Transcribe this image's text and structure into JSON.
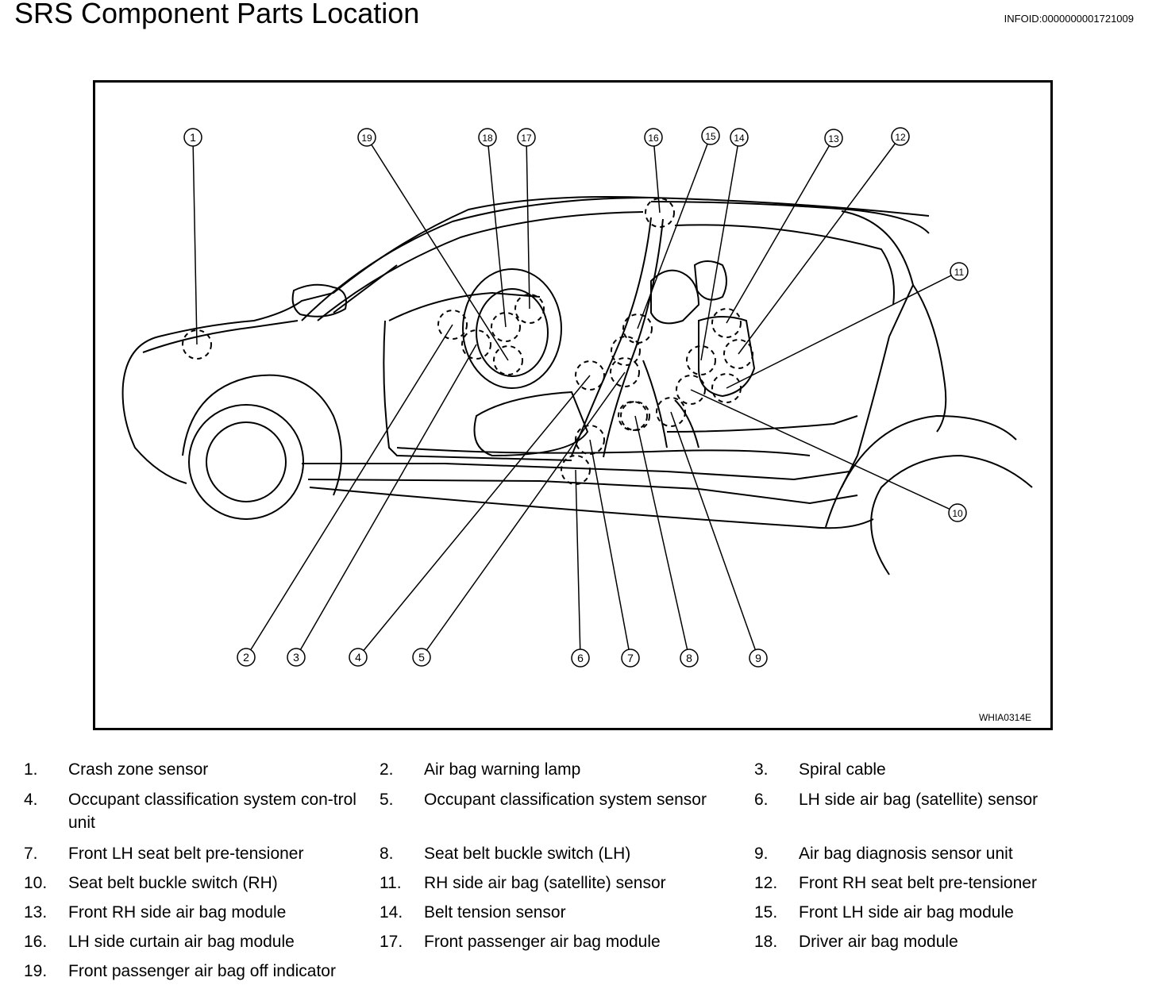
{
  "header": {
    "title": "SRS Component Parts Location",
    "info_id": "INFOID:0000000001721009"
  },
  "figure": {
    "code": "WHIA0314E"
  },
  "legend": {
    "items": [
      {
        "num": "1.",
        "text": "Crash zone sensor"
      },
      {
        "num": "2.",
        "text": "Air bag warning lamp"
      },
      {
        "num": "3.",
        "text": "Spiral cable"
      },
      {
        "num": "4.",
        "text": "Occupant classification system con-trol unit"
      },
      {
        "num": "5.",
        "text": "Occupant classification system sensor"
      },
      {
        "num": "6.",
        "text": "LH side air bag (satellite) sensor"
      },
      {
        "num": "7.",
        "text": "Front LH seat belt pre-tensioner"
      },
      {
        "num": "8.",
        "text": "Seat belt buckle switch (LH)"
      },
      {
        "num": "9.",
        "text": "Air bag diagnosis sensor unit"
      },
      {
        "num": "10.",
        "text": "Seat belt buckle switch (RH)"
      },
      {
        "num": "11.",
        "text": "RH side air bag (satellite) sensor"
      },
      {
        "num": "12.",
        "text": "Front RH seat belt pre-tensioner"
      },
      {
        "num": "13.",
        "text": "Front RH side air bag module"
      },
      {
        "num": "14.",
        "text": "Belt tension sensor"
      },
      {
        "num": "15.",
        "text": "Front LH side air bag module"
      },
      {
        "num": "16.",
        "text": "LH side curtain air bag module"
      },
      {
        "num": "17.",
        "text": "Front passenger air bag module"
      },
      {
        "num": "18.",
        "text": "Driver air bag module"
      },
      {
        "num": "19.",
        "text": "Front passenger air bag off indicator"
      }
    ]
  },
  "callouts": [
    "1",
    "2",
    "3",
    "4",
    "5",
    "6",
    "7",
    "8",
    "9",
    "10",
    "11",
    "12",
    "13",
    "14",
    "15",
    "16",
    "17",
    "18",
    "19"
  ]
}
